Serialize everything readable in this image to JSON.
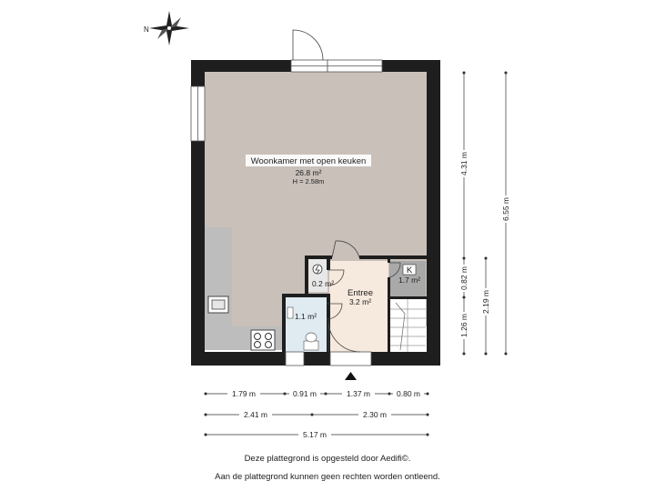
{
  "compass": {
    "north_label": "N",
    "icon": "compass-rose-icon"
  },
  "rooms": {
    "living": {
      "name": "Woonkamer met open keuken",
      "area": "26.8 m²",
      "height": "H = 2.58m"
    },
    "meter": {
      "area": "0.2 m²"
    },
    "closet": {
      "name": "K",
      "area": "1.7 m²"
    },
    "toilet": {
      "area": "1.1 m²"
    },
    "hall": {
      "name": "Entree",
      "area": "3.2 m²"
    }
  },
  "dimensions": {
    "bottom_row1": [
      "1.79 m",
      "0.91 m",
      "1.37 m",
      "0.80 m"
    ],
    "bottom_row2": [
      "2.41 m",
      "2.30 m"
    ],
    "bottom_total": "5.17 m",
    "right_inner": [
      "4.31 m",
      "0.82 m",
      "1.26 m"
    ],
    "right_mid": "2.19 m",
    "right_total": "6.55 m"
  },
  "footer": {
    "line1": "Deze plattegrond is opgesteld door Aedifi©.",
    "line2": "Aan de plattegrond kunnen geen rechten worden ontleend."
  },
  "colors": {
    "wall": "#1e1e1e",
    "living_floor": "#c9c0ba",
    "kitchen_counter": "#bdbdbd",
    "hall_floor": "#f6e9dd",
    "toilet_floor": "#dfeaf1",
    "closet_floor": "#a9a9a9",
    "dim_line": "#333333"
  }
}
